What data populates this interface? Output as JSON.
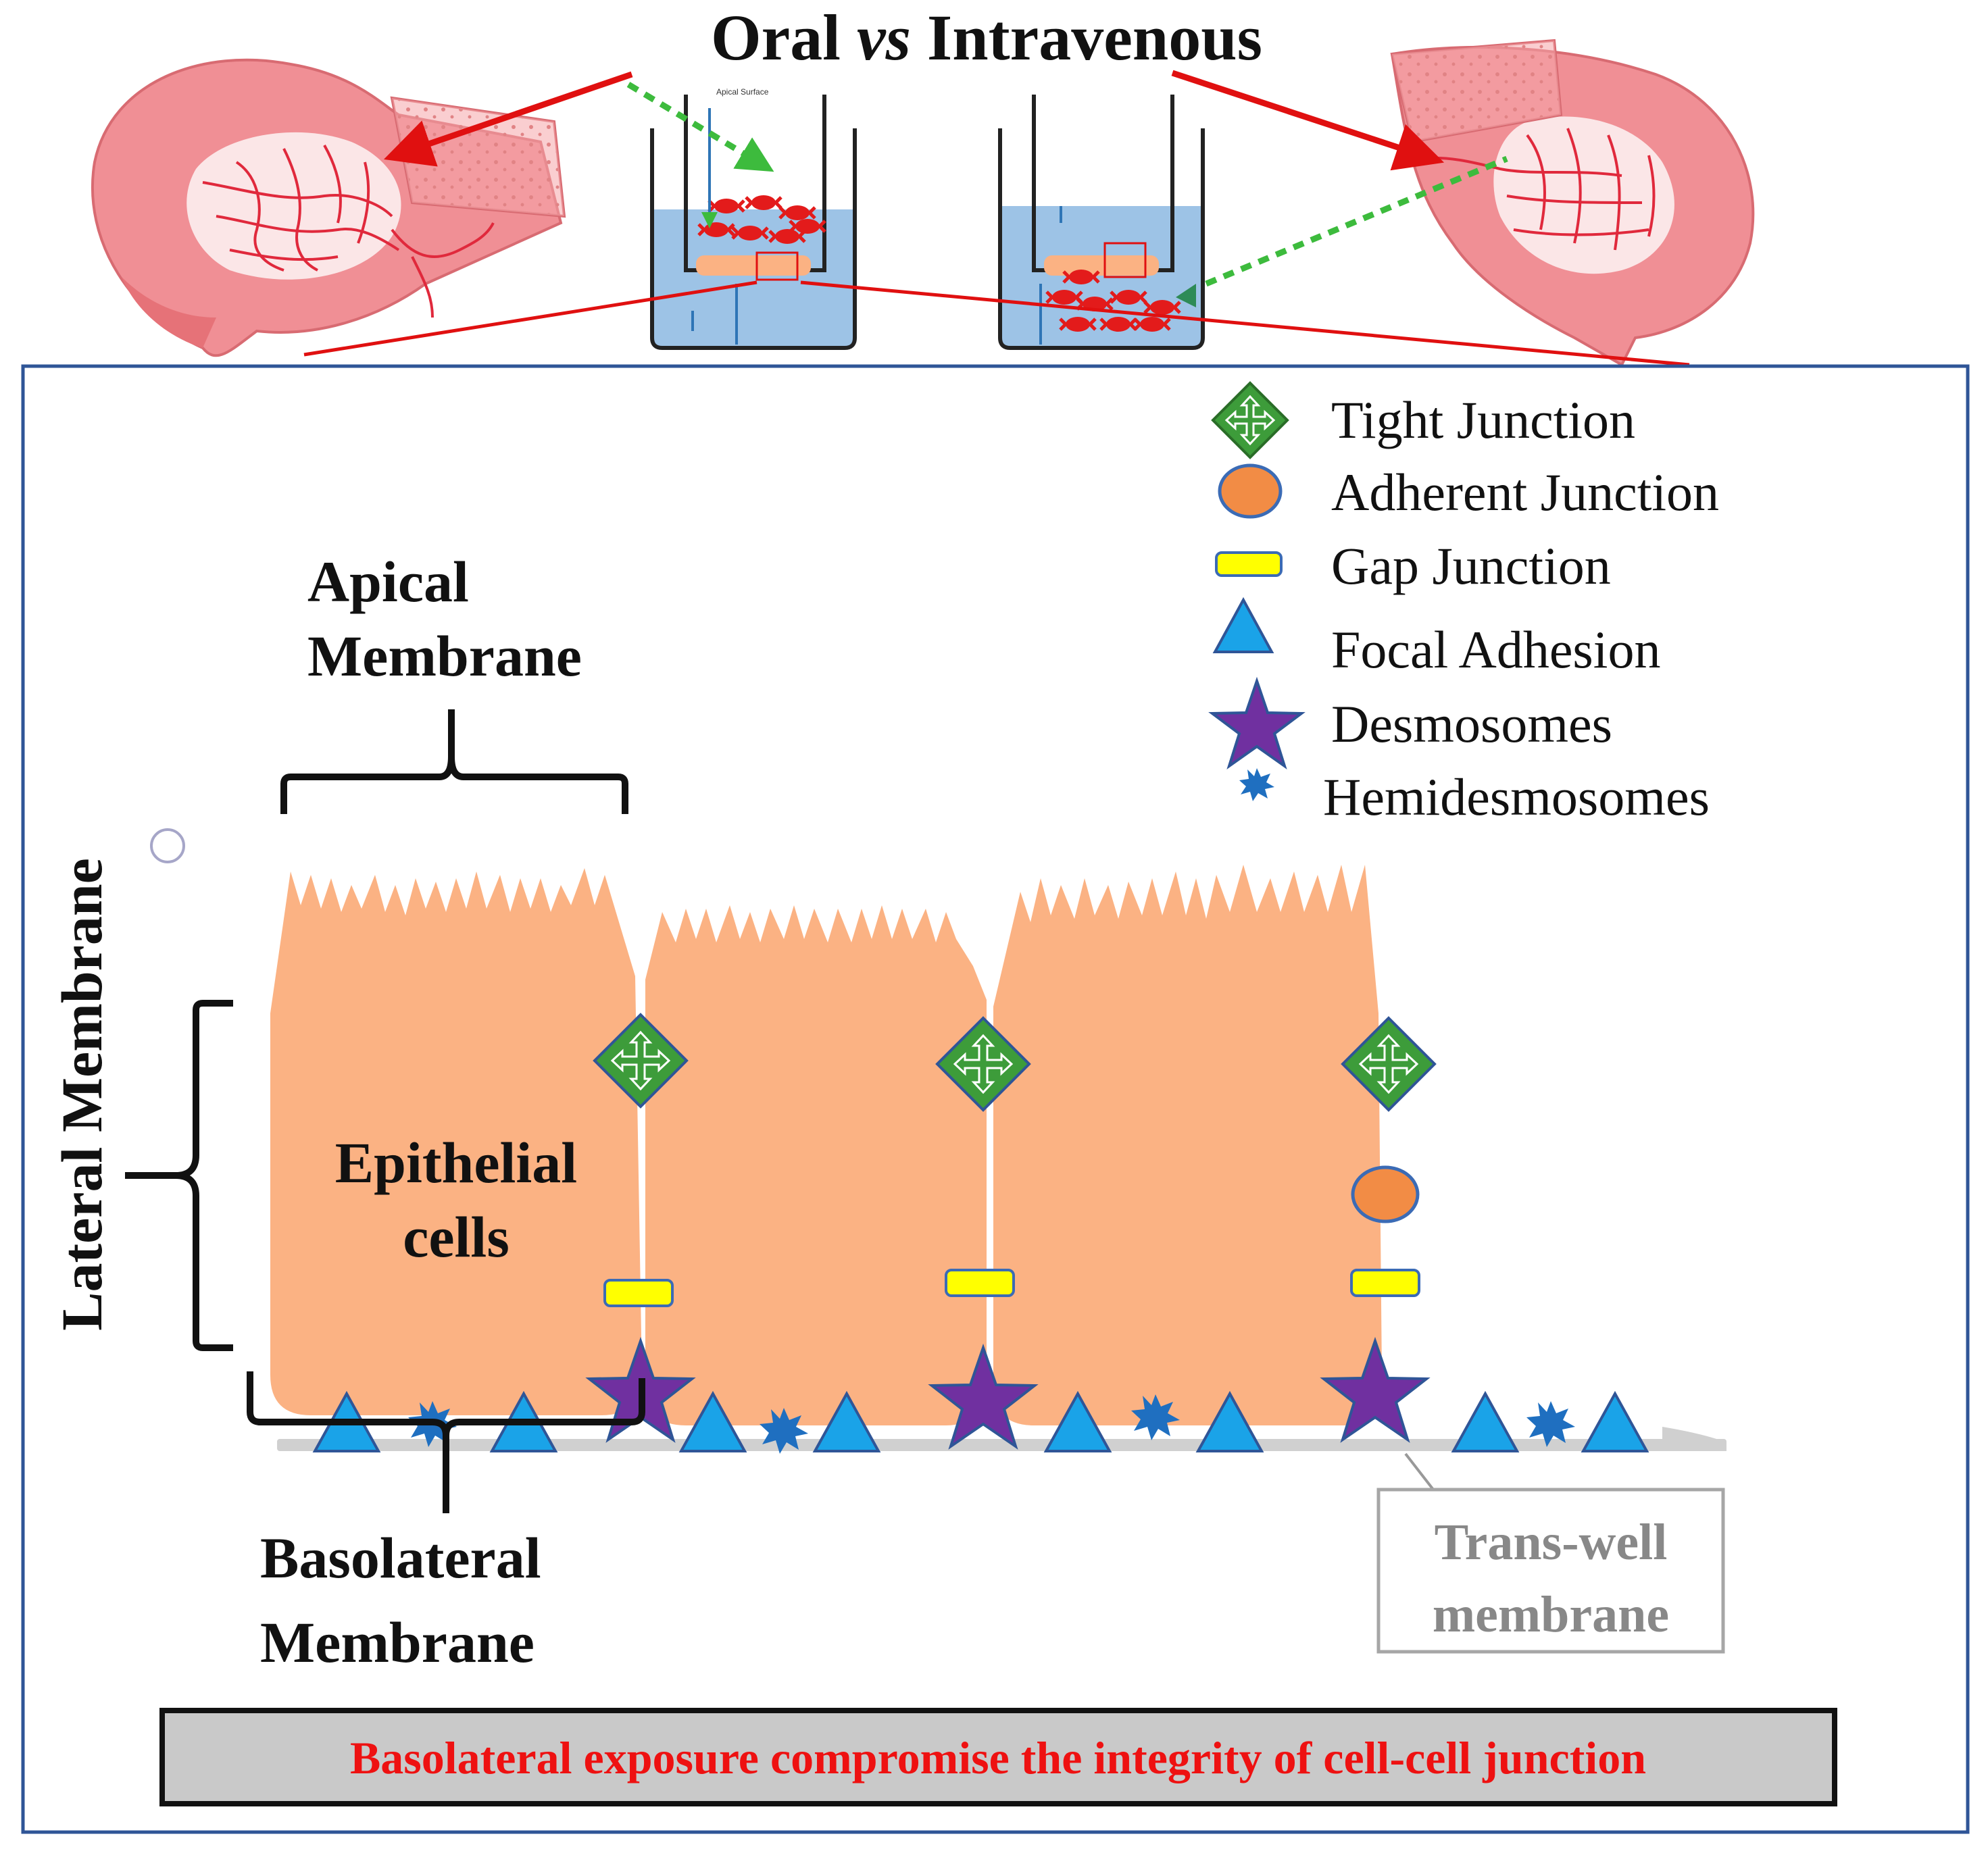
{
  "title": {
    "part1": "Oral ",
    "vs": "vs",
    "part2": " Intravenous"
  },
  "well_left_label": "Apical Surface",
  "labels": {
    "apical_line1": "Apical",
    "apical_line2": "Membrane",
    "lateral": "Lateral Membrane",
    "epithelial_line1": "Epithelial",
    "epithelial_line2": "cells",
    "basolateral_line1": "Basolateral",
    "basolateral_line2": "Membrane",
    "transwell_line1": "Trans-well",
    "transwell_line2": "membrane"
  },
  "legend": [
    {
      "icon": "tight-junction-icon",
      "label": "Tight Junction",
      "color": "#3d9c3a"
    },
    {
      "icon": "adherent-junction-icon",
      "label": "Adherent Junction",
      "color": "#f28c45"
    },
    {
      "icon": "gap-junction-icon",
      "label": "Gap Junction",
      "color": "#ffff00"
    },
    {
      "icon": "focal-adhesion-icon",
      "label": "Focal Adhesion",
      "color": "#1aa3e8"
    },
    {
      "icon": "desmosome-icon",
      "label": "Desmosomes",
      "color": "#7030a0"
    },
    {
      "icon": "hemidesmosome-icon",
      "label": "Hemidesmosomes",
      "color": "#1f6fc0"
    }
  ],
  "caption": "Basolateral exposure compromise the integrity of cell-cell junction",
  "colors": {
    "cell": "#fbb283",
    "well_fluid": "#9dc3e6",
    "arrow_red": "#e01010",
    "arrow_green": "#3dbb3d",
    "frame": "#2f5597",
    "caption_bg": "#c9c9c9"
  }
}
